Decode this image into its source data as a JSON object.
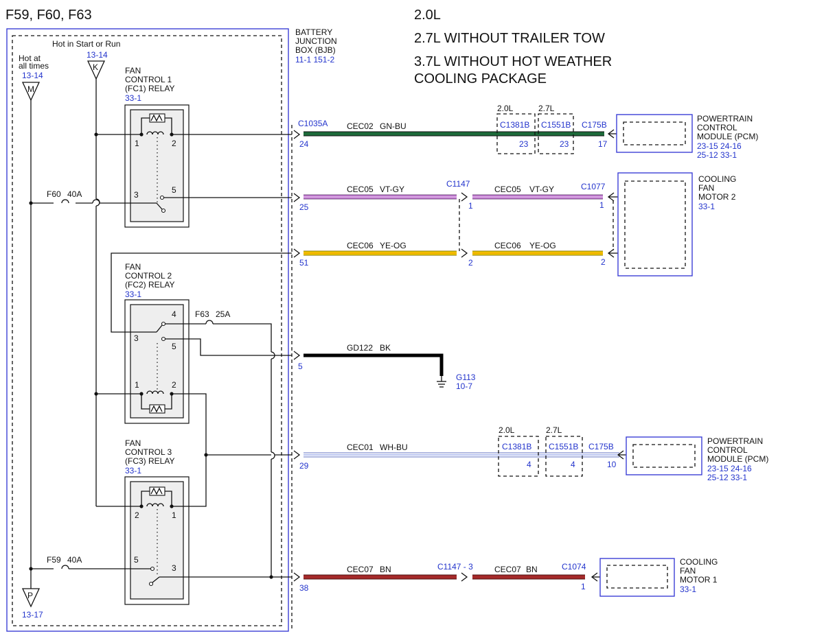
{
  "header": {
    "fuses_title": "F59, F60, F63",
    "engine_lines": [
      "2.0L",
      "2.7L WITHOUT TRAILER TOW",
      "3.7L WITHOUT HOT WEATHER",
      "COOLING PACKAGE"
    ]
  },
  "bjb": {
    "label_lines": [
      "BATTERY",
      "JUNCTION",
      "BOX (BJB)"
    ],
    "ref": "11-1   151-2"
  },
  "power": {
    "hot_start_run": "Hot in Start or Run",
    "hot_all_times_lines": [
      "Hot at",
      "all times"
    ],
    "m_ref": "13-14",
    "m_letter": "M",
    "k_ref": "13-14",
    "k_letter": "K",
    "p_letter": "P",
    "p_ref": "13-17"
  },
  "relays": {
    "fc1": {
      "lines": [
        "FAN",
        "CONTROL 1",
        "(FC1) RELAY"
      ],
      "ref": "33-1",
      "pins": [
        "1",
        "2",
        "3",
        "5"
      ]
    },
    "fc2": {
      "lines": [
        "FAN",
        "CONTROL 2",
        "(FC2) RELAY"
      ],
      "ref": "33-1",
      "pins": [
        "4",
        "3",
        "5",
        "1",
        "2"
      ]
    },
    "fc3": {
      "lines": [
        "FAN",
        "CONTROL 3",
        "(FC3) RELAY"
      ],
      "ref": "33-1",
      "pins": [
        "2",
        "1",
        "5",
        "3"
      ]
    }
  },
  "fuses": {
    "f60": {
      "name": "F60",
      "rating": "40A"
    },
    "f63": {
      "name": "F63",
      "rating": "25A"
    },
    "f59": {
      "name": "F59",
      "rating": "40A"
    }
  },
  "circuits": {
    "c1": {
      "connector": "C1035A",
      "pin": "24",
      "circuit": "CEC02",
      "color": "GN-BU"
    },
    "c2": {
      "pin": "25",
      "circuit": "CEC05",
      "color": "VT-GY"
    },
    "c3": {
      "pin": "51",
      "circuit": "CEC06",
      "color": "YE-OG"
    },
    "c4": {
      "pin": "5",
      "circuit": "GD122",
      "color": "BK"
    },
    "c5": {
      "pin": "29",
      "circuit": "CEC01",
      "color": "WH-BU"
    },
    "c6": {
      "pin": "38",
      "circuit": "CEC07",
      "color": "BN"
    }
  },
  "inline": {
    "c1147": {
      "name": "C1147",
      "pins": [
        "1",
        "2"
      ]
    },
    "c2_right": {
      "circuit": "CEC05",
      "color": "VT-GY"
    },
    "c3_right": {
      "circuit": "CEC06",
      "color": "YE-OG"
    },
    "c1147_3": "C1147 - 3",
    "c6_right": {
      "circuit": "CEC07",
      "color": "BN"
    }
  },
  "pcm_connectors_top": {
    "tag_20": "2.0L",
    "tag_27": "2.7L",
    "c1381b": "C1381B",
    "c1551b": "C1551B",
    "c175b": "C175B",
    "pin_a": "23",
    "pin_b": "23",
    "pin_c": "17"
  },
  "pcm_connectors_bottom": {
    "tag_20": "2.0L",
    "tag_27": "2.7L",
    "c1381b": "C1381B",
    "c1551b": "C1551B",
    "c175b": "C175B",
    "pin_a": "4",
    "pin_b": "4",
    "pin_c": "10"
  },
  "ground": {
    "name": "G113",
    "ref": "10-7"
  },
  "modules": {
    "pcm_top": {
      "lines": [
        "POWERTRAIN",
        "CONTROL",
        "MODULE (PCM)"
      ],
      "ref1": "23-15  24-16",
      "ref2": "25-12  33-1"
    },
    "fan2": {
      "lines": [
        "COOLING",
        "FAN",
        "MOTOR 2"
      ],
      "ref": "33-1",
      "connector": "C1077",
      "pins": [
        "1",
        "2"
      ]
    },
    "pcm_bottom": {
      "lines": [
        "POWERTRAIN",
        "CONTROL",
        "MODULE (PCM)"
      ],
      "ref1": "23-15  24-16",
      "ref2": "25-12  33-1"
    },
    "fan1": {
      "lines": [
        "COOLING",
        "FAN",
        "MOTOR 1"
      ],
      "ref": "33-1",
      "connector": "C1074",
      "pin": "1"
    }
  },
  "wire_colors": {
    "gn_bu": "#1d6b3a",
    "vt_gy": "#c77ad6",
    "ye_og": "#f2d000",
    "bk": "#000000",
    "wh_bu": "#8fa0e8",
    "bn": "#a52a2a",
    "ref_blue": "#2233cc"
  }
}
